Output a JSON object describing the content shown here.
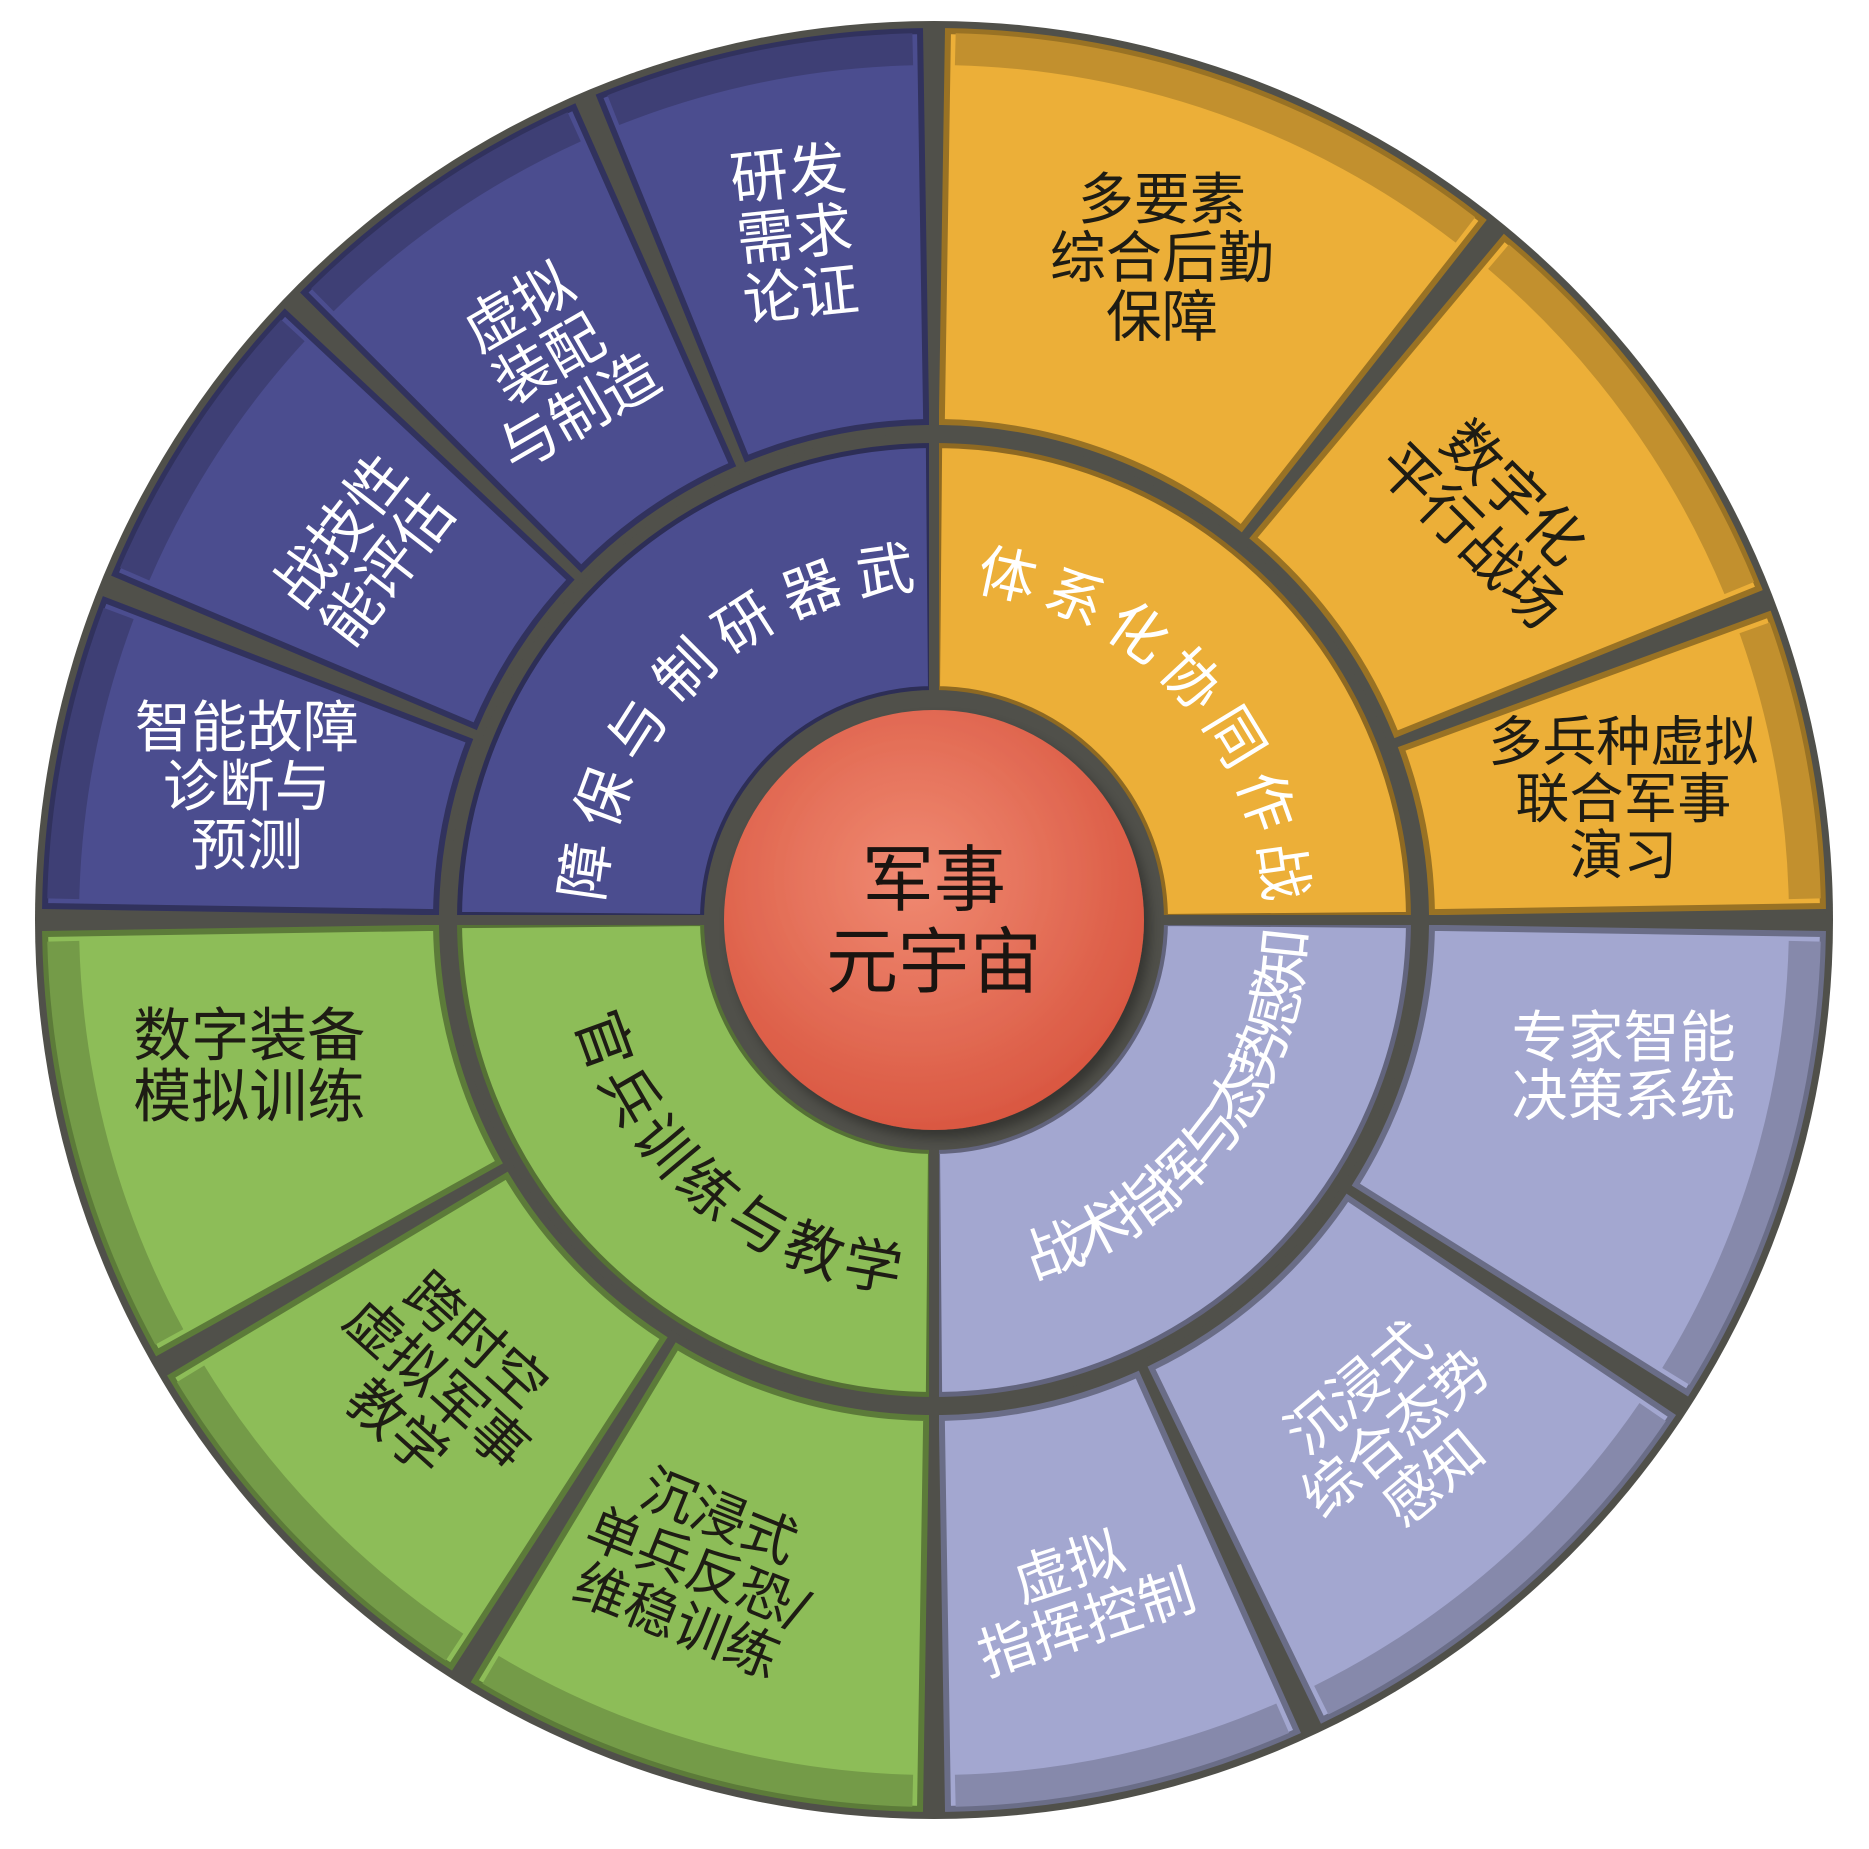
{
  "center": {
    "lines": [
      "军事",
      "元宇宙"
    ],
    "color": "#e66a52"
  },
  "colors": {
    "weapons": "#4b4d8f",
    "systemic": "#ecaf38",
    "training": "#8dbd58",
    "command": "#a3a7d0",
    "divider": "#50504a"
  },
  "quadrants": [
    {
      "key": "weapons",
      "title": "武器研制与保障",
      "text_color": "#ffffff",
      "items": [
        {
          "lines": [
            "研发",
            "需求",
            "论证"
          ]
        },
        {
          "lines": [
            "虚拟",
            "装配",
            "与制造"
          ]
        },
        {
          "lines": [
            "战技性",
            "能评估"
          ]
        },
        {
          "lines": [
            "智能故障",
            "诊断与",
            "预测"
          ]
        }
      ]
    },
    {
      "key": "systemic",
      "title": "体系化协同作战",
      "text_color": "#1e1c14",
      "title_color": "#ffffff",
      "items": [
        {
          "lines": [
            "多要素",
            "综合后勤",
            "保障"
          ]
        },
        {
          "lines": [
            "数字化",
            "平行战场"
          ]
        },
        {
          "lines": [
            "多兵种虚拟",
            "联合军事",
            "演习"
          ]
        }
      ]
    },
    {
      "key": "command",
      "title": "战术指挥与态势感知",
      "text_color": "#ffffff",
      "items": [
        {
          "lines": [
            "专家智能",
            "决策系统"
          ]
        },
        {
          "lines": [
            "沉浸式",
            "综合态势",
            "感知"
          ]
        },
        {
          "lines": [
            "虚拟",
            "指挥控制"
          ]
        }
      ]
    },
    {
      "key": "training",
      "title": "官兵训练与教学",
      "text_color": "#1e1c14",
      "items": [
        {
          "lines": [
            "沉浸式",
            "单兵反恐/",
            "维稳训练"
          ]
        },
        {
          "lines": [
            "跨时空",
            "虚拟军事",
            "教学"
          ]
        },
        {
          "lines": [
            "数字装备",
            "模拟训练"
          ]
        }
      ]
    }
  ]
}
